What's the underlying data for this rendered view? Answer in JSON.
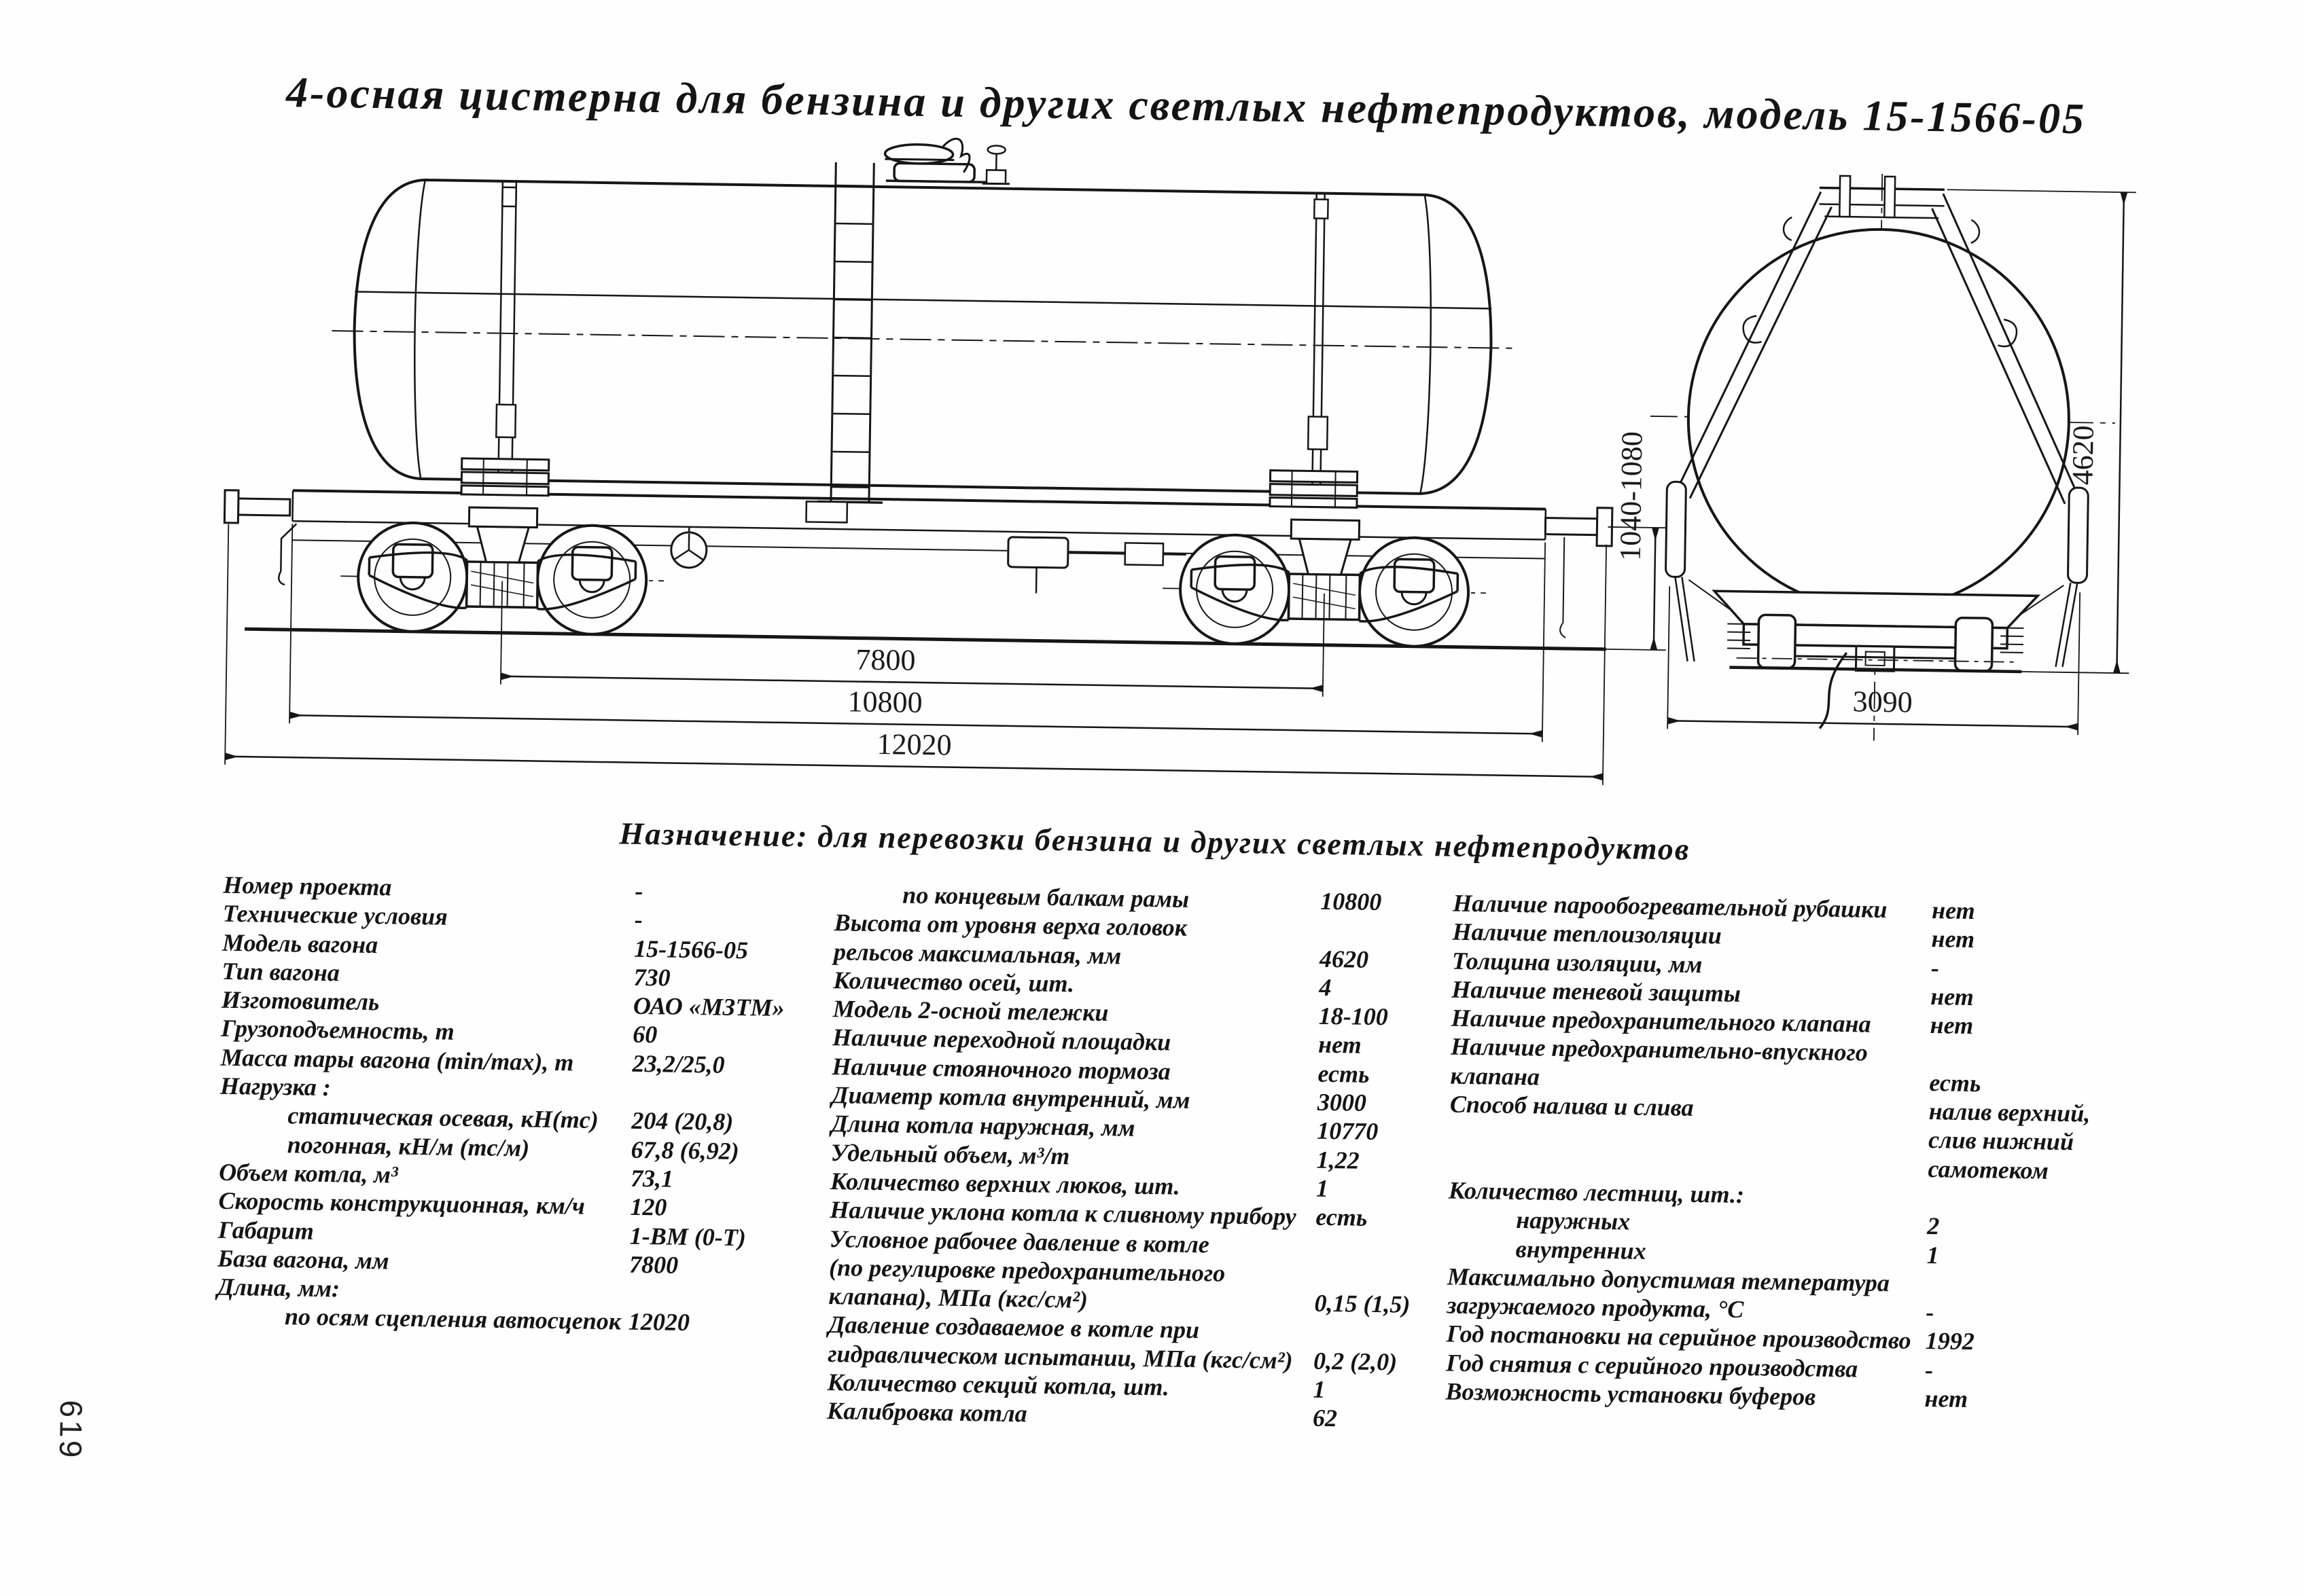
{
  "page": {
    "number": "619"
  },
  "title": "4-осная цистерна для бензина и других светлых нефтепродуктов, модель 15-1566-05",
  "subtitle": "Назначение: для перевозки бензина и других светлых нефтепродуктов",
  "drawing": {
    "dims": {
      "bogie_base": "7800",
      "frame_length": "10800",
      "overall_length": "12020",
      "coupler_height": "1040-1080",
      "end_width": "3090",
      "end_height": "4620"
    }
  },
  "specs": {
    "col1": [
      {
        "label": "Номер проекта",
        "value": "-",
        "indent": false
      },
      {
        "label": "Технические условия",
        "value": "-",
        "indent": false
      },
      {
        "label": "Модель вагона",
        "value": "15-1566-05",
        "indent": false
      },
      {
        "label": "Тип вагона",
        "value": "730",
        "indent": false
      },
      {
        "label": "Изготовитель",
        "value": "ОАО «МЗТМ»",
        "indent": false
      },
      {
        "label": "Грузоподъемность, т",
        "value": "60",
        "indent": false
      },
      {
        "label": "Масса тары вагона (min/max), т",
        "value": "23,2/25,0",
        "indent": false
      },
      {
        "label": "Нагрузка :",
        "value": "",
        "indent": false
      },
      {
        "label": "статическая осевая, кН(тс)",
        "value": "204 (20,8)",
        "indent": true
      },
      {
        "label": "погонная, кН/м (тс/м)",
        "value": "67,8 (6,92)",
        "indent": true
      },
      {
        "label": "Объем котла, м³",
        "value": "73,1",
        "indent": false
      },
      {
        "label": "Скорость конструкционная, км/ч",
        "value": "120",
        "indent": false
      },
      {
        "label": "Габарит",
        "value": "1-ВМ (0-Т)",
        "indent": false
      },
      {
        "label": "База вагона, мм",
        "value": "7800",
        "indent": false
      },
      {
        "label": "Длина, мм:",
        "value": "",
        "indent": false
      },
      {
        "label": "по осям сцепления автосцепок",
        "value": "12020",
        "indent": true
      }
    ],
    "col2": [
      {
        "label": "по концевым балкам рамы",
        "value": "10800",
        "indent": true
      },
      {
        "label": "Высота от уровня верха головок",
        "value": "",
        "indent": false
      },
      {
        "label": "рельсов максимальная, мм",
        "value": "4620",
        "indent": false
      },
      {
        "label": "Количество осей, шт.",
        "value": "4",
        "indent": false
      },
      {
        "label": "Модель 2-осной тележки",
        "value": "18-100",
        "indent": false
      },
      {
        "label": "Наличие переходной площадки",
        "value": "нет",
        "indent": false
      },
      {
        "label": "Наличие стояночного тормоза",
        "value": "есть",
        "indent": false
      },
      {
        "label": "Диаметр котла внутренний, мм",
        "value": "3000",
        "indent": false
      },
      {
        "label": "Длина котла наружная, мм",
        "value": "10770",
        "indent": false
      },
      {
        "label": "Удельный объем, м³/т",
        "value": "1,22",
        "indent": false
      },
      {
        "label": "Количество верхних люков, шт.",
        "value": "1",
        "indent": false
      },
      {
        "label": "Наличие уклона котла к сливному прибору",
        "value": "есть",
        "indent": false
      },
      {
        "label": "Условное рабочее давление в котле",
        "value": "",
        "indent": false
      },
      {
        "label": "(по регулировке предохранительного",
        "value": "",
        "indent": false
      },
      {
        "label": "клапана), МПа (кгс/см²)",
        "value": "0,15 (1,5)",
        "indent": false
      },
      {
        "label": "Давление создаваемое в котле при",
        "value": "",
        "indent": false
      },
      {
        "label": "гидравлическом испытании, МПа (кгс/см²)",
        "value": "0,2 (2,0)",
        "indent": false
      },
      {
        "label": "Количество секций котла, шт.",
        "value": "1",
        "indent": false
      },
      {
        "label": "Калибровка котла",
        "value": "62",
        "indent": false
      }
    ],
    "col3": [
      {
        "label": "Наличие парообогревательной рубашки",
        "value": "нет",
        "indent": false
      },
      {
        "label": "Наличие теплоизоляции",
        "value": "нет",
        "indent": false
      },
      {
        "label": "Толщина изоляции, мм",
        "value": "-",
        "indent": false
      },
      {
        "label": "Наличие теневой защиты",
        "value": "нет",
        "indent": false
      },
      {
        "label": "Наличие предохранительного клапана",
        "value": "нет",
        "indent": false
      },
      {
        "label": "Наличие предохранительно-впускного",
        "value": "",
        "indent": false
      },
      {
        "label": "клапана",
        "value": "есть",
        "indent": false
      },
      {
        "label": "Способ налива и слива",
        "value": "налив верхний,",
        "indent": false
      },
      {
        "label": "",
        "value": "слив нижний",
        "indent": false
      },
      {
        "label": "",
        "value": "самотеком",
        "indent": false
      },
      {
        "label": "Количество лестниц, шт.:",
        "value": "",
        "indent": false
      },
      {
        "label": "наружных",
        "value": "2",
        "indent": true
      },
      {
        "label": "внутренних",
        "value": "1",
        "indent": true
      },
      {
        "label": "Максимально допустимая температура",
        "value": "",
        "indent": false
      },
      {
        "label": "загружаемого продукта, °С",
        "value": "-",
        "indent": false
      },
      {
        "label": "Год постановки на серийное производство",
        "value": "1992",
        "indent": false
      },
      {
        "label": "Год снятия с серийного производства",
        "value": "-",
        "indent": false
      },
      {
        "label": "Возможность установки буферов",
        "value": "нет",
        "indent": false
      }
    ]
  }
}
